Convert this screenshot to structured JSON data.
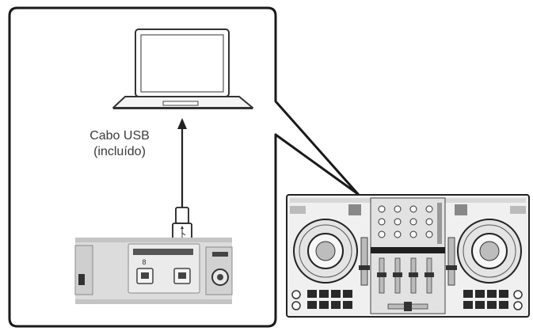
{
  "diagram": {
    "cable_label_line1": "Cabo USB",
    "cable_label_line2": "(incluído)",
    "port_number_left": "8"
  },
  "icons": [
    "laptop-icon",
    "usb-plug-icon",
    "dj-controller-icon"
  ]
}
